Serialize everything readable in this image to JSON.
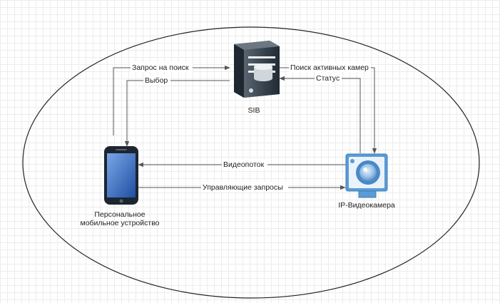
{
  "nodes": {
    "server": {
      "label": "SIB",
      "icon": "server-icon"
    },
    "mobile": {
      "label_line1": "Персональное",
      "label_line2": "мобильное устройство",
      "icon": "smartphone-icon"
    },
    "camera": {
      "label": "IP-Видеокамера",
      "icon": "ip-camera-icon"
    }
  },
  "edges": {
    "search_request": "Запрос на поиск",
    "selection": "Выбор",
    "search_active_cameras": "Поиск активных камер",
    "status": "Статус",
    "video_stream": "Видеопоток",
    "control_requests": "Управляющие запросы"
  },
  "colors": {
    "line": "#555555",
    "ellipse_stroke": "#222222",
    "server_dark": "#3a4652",
    "phone_blue": "#3d72c8",
    "camera_blue": "#5b9bd5"
  }
}
